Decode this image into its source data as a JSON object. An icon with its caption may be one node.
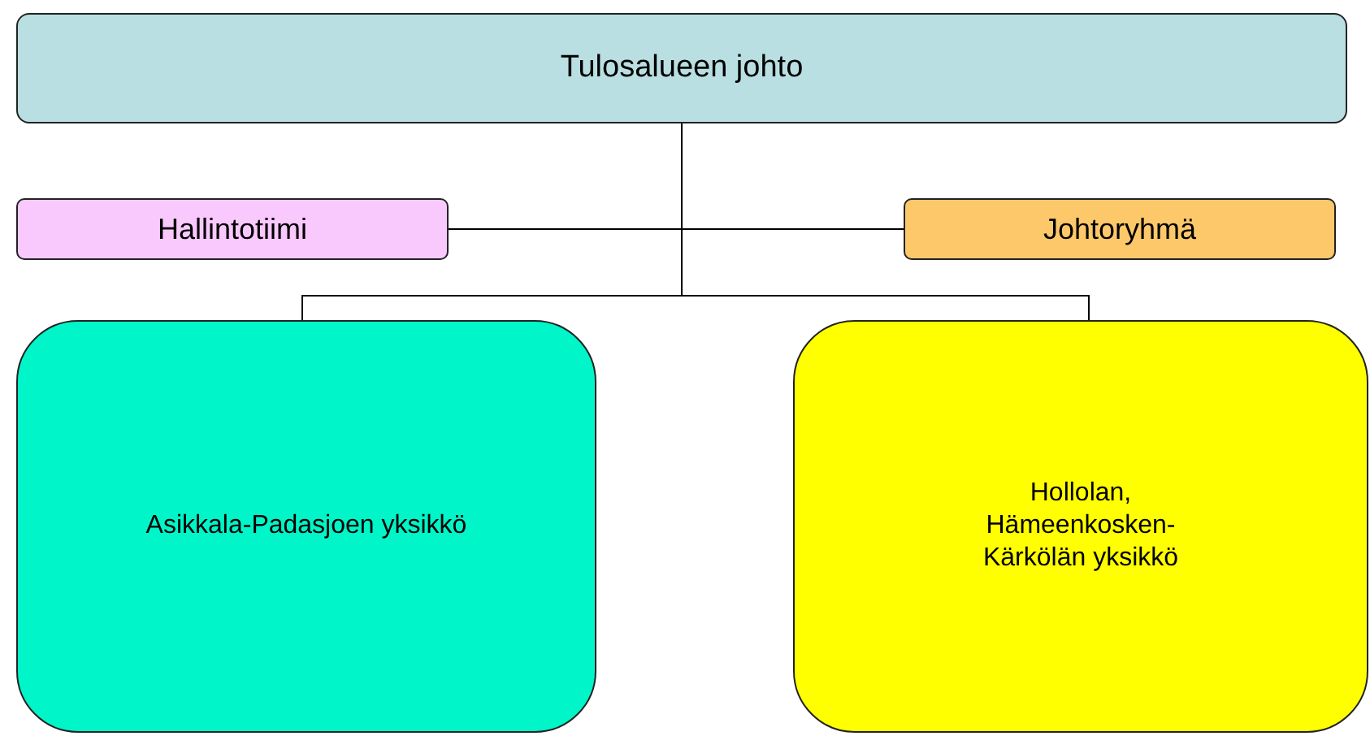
{
  "diagram": {
    "nodes": [
      {
        "text": [
          "Tulosalueen johto"
        ]
      },
      {
        "text": [
          "Hallintotiimi"
        ]
      },
      {
        "text": [
          "Johtoryhmä"
        ]
      },
      {
        "text": [
          "Asikkala-Padasjoen yksikkö"
        ]
      },
      {
        "text": [
          "Hollolan, Hämeenkosken-Kärkölän yksikkö"
        ]
      }
    ],
    "edges": [
      {
        "from": 0,
        "to": 1,
        "arrow": "none"
      },
      {
        "from": 0,
        "to": 2,
        "arrow": "none"
      },
      {
        "from": 0,
        "to": 3,
        "arrow": "none"
      },
      {
        "from": 0,
        "to": 4,
        "arrow": "none"
      }
    ]
  }
}
